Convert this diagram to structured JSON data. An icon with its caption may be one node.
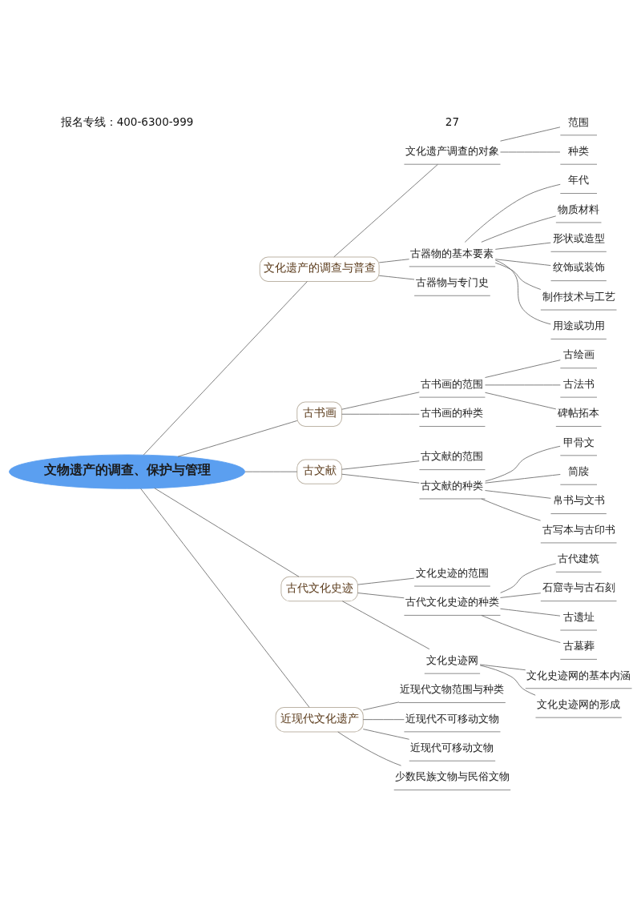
{
  "diagram": {
    "nodes": [
      {
        "text": [
          "文物遗产的调查、保护与管理"
        ]
      },
      {
        "text": [
          "文化遗产的调查与普查"
        ]
      },
      {
        "text": [
          "文化遗产调查的对象"
        ]
      },
      {
        "text": [
          "范围"
        ]
      },
      {
        "text": [
          "种类"
        ]
      },
      {
        "text": [
          "古器物的基本要素"
        ]
      },
      {
        "text": [
          "年代"
        ]
      },
      {
        "text": [
          "物质材料"
        ]
      },
      {
        "text": [
          "形状或造型"
        ]
      },
      {
        "text": [
          "纹饰或装饰"
        ]
      },
      {
        "text": [
          "制作技术与工艺"
        ]
      },
      {
        "text": [
          "用途或功用"
        ]
      },
      {
        "text": [
          "古器物与专门史"
        ]
      },
      {
        "text": [
          "古书画"
        ]
      },
      {
        "text": [
          "古书画的范围"
        ]
      },
      {
        "text": [
          "古绘画"
        ]
      },
      {
        "text": [
          "古法书"
        ]
      },
      {
        "text": [
          "碑帖拓本"
        ]
      },
      {
        "text": [
          "古书画的种类"
        ]
      },
      {
        "text": [
          "古文献"
        ]
      },
      {
        "text": [
          "古文献的范围"
        ]
      },
      {
        "text": [
          "古文献的种类"
        ]
      },
      {
        "text": [
          "甲骨文"
        ]
      },
      {
        "text": [
          "简牍"
        ]
      },
      {
        "text": [
          "帛书与文书"
        ]
      },
      {
        "text": [
          "古写本与古印书"
        ]
      },
      {
        "text": [
          "古代文化史迹"
        ]
      },
      {
        "text": [
          "文化史迹的范围"
        ]
      },
      {
        "text": [
          "古代文化史迹的种类"
        ]
      },
      {
        "text": [
          "古代建筑"
        ]
      },
      {
        "text": [
          "石窟寺与古石刻"
        ]
      },
      {
        "text": [
          "古遗址"
        ]
      },
      {
        "text": [
          "古墓葬"
        ]
      },
      {
        "text": [
          "文化史迹网"
        ]
      },
      {
        "text": [
          "文化史迹网的基本内涵"
        ]
      },
      {
        "text": [
          "文化史迹网的形成"
        ]
      },
      {
        "text": [
          "近现代文化遗产"
        ]
      },
      {
        "text": [
          "近现代文物范围与种类"
        ]
      },
      {
        "text": [
          "近现代不可移动文物"
        ]
      },
      {
        "text": [
          "近现代可移动文物"
        ]
      },
      {
        "text": [
          "少数民族文物与民俗文物"
        ]
      }
    ],
    "edges": [
      {
        "from": 0,
        "to": 1,
        "arrow": "none"
      },
      {
        "from": 1,
        "to": 2,
        "arrow": "none"
      },
      {
        "from": 2,
        "to": 3,
        "arrow": "none"
      },
      {
        "from": 2,
        "to": 4,
        "arrow": "none"
      },
      {
        "from": 1,
        "to": 5,
        "arrow": "none"
      },
      {
        "from": 5,
        "to": 6,
        "arrow": "none"
      },
      {
        "from": 5,
        "to": 7,
        "arrow": "none"
      },
      {
        "from": 5,
        "to": 8,
        "arrow": "none"
      },
      {
        "from": 5,
        "to": 9,
        "arrow": "none"
      },
      {
        "from": 5,
        "to": 10,
        "arrow": "none"
      },
      {
        "from": 5,
        "to": 11,
        "arrow": "none"
      },
      {
        "from": 1,
        "to": 12,
        "arrow": "none"
      },
      {
        "from": 0,
        "to": 13,
        "arrow": "none"
      },
      {
        "from": 13,
        "to": 14,
        "arrow": "none"
      },
      {
        "from": 14,
        "to": 15,
        "arrow": "none"
      },
      {
        "from": 14,
        "to": 16,
        "arrow": "none"
      },
      {
        "from": 14,
        "to": 17,
        "arrow": "none"
      },
      {
        "from": 13,
        "to": 18,
        "arrow": "none"
      },
      {
        "from": 0,
        "to": 19,
        "arrow": "none"
      },
      {
        "from": 19,
        "to": 20,
        "arrow": "none"
      },
      {
        "from": 19,
        "to": 21,
        "arrow": "none"
      },
      {
        "from": 21,
        "to": 22,
        "arrow": "none"
      },
      {
        "from": 21,
        "to": 23,
        "arrow": "none"
      },
      {
        "from": 21,
        "to": 24,
        "arrow": "none"
      },
      {
        "from": 21,
        "to": 25,
        "arrow": "none"
      },
      {
        "from": 0,
        "to": 26,
        "arrow": "none"
      },
      {
        "from": 26,
        "to": 27,
        "arrow": "none"
      },
      {
        "from": 26,
        "to": 28,
        "arrow": "none"
      },
      {
        "from": 28,
        "to": 29,
        "arrow": "none"
      },
      {
        "from": 28,
        "to": 30,
        "arrow": "none"
      },
      {
        "from": 28,
        "to": 31,
        "arrow": "none"
      },
      {
        "from": 28,
        "to": 32,
        "arrow": "none"
      },
      {
        "from": 26,
        "to": 33,
        "arrow": "none"
      },
      {
        "from": 33,
        "to": 34,
        "arrow": "none"
      },
      {
        "from": 33,
        "to": 35,
        "arrow": "none"
      },
      {
        "from": 0,
        "to": 36,
        "arrow": "none"
      },
      {
        "from": 36,
        "to": 37,
        "arrow": "none"
      },
      {
        "from": 36,
        "to": 38,
        "arrow": "none"
      },
      {
        "from": 36,
        "to": 39,
        "arrow": "none"
      },
      {
        "from": 36,
        "to": 40,
        "arrow": "none"
      }
    ],
    "labels": [
      "报名专线：400-6300-999",
      "27"
    ]
  }
}
